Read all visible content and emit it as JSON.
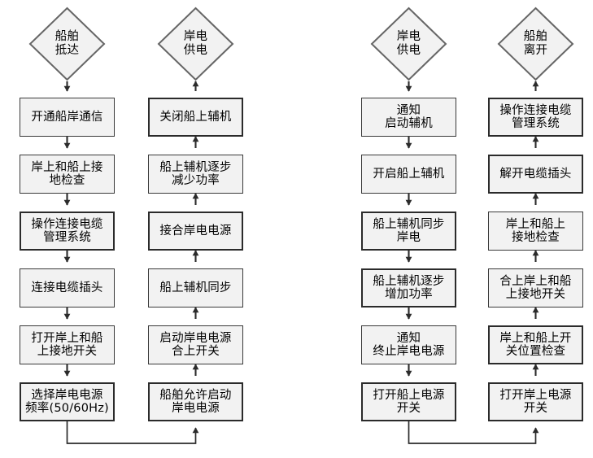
{
  "diagram": {
    "title": "",
    "colors": {
      "box_fill": "#f2f2f2",
      "box_border": "#3a3a3a",
      "line": "#2b2b2b",
      "background": "#ffffff",
      "text": "#000000"
    },
    "columns": [
      {
        "id": "col1",
        "name": "ship-arrival-connection-sequence",
        "terminator": {
          "label": "船舶\n抵达",
          "shape": "diamond"
        },
        "direction": "down",
        "steps": [
          {
            "label": "开通船岸通信"
          },
          {
            "label": "岸上和船上接\n地检查"
          },
          {
            "label": "操作连接电缆\n管理系统"
          },
          {
            "label": "连接电缆插头"
          },
          {
            "label": "打开岸上和船\n上接地开关"
          },
          {
            "label": "选择岸电电源\n频率(50/60Hz)"
          }
        ]
      },
      {
        "id": "col2",
        "name": "shore-power-supply-sequence",
        "terminator": {
          "label": "岸电\n供电",
          "shape": "diamond"
        },
        "direction": "up",
        "steps": [
          {
            "label": "关闭船上辅机"
          },
          {
            "label": "船上辅机逐步\n减少功率"
          },
          {
            "label": "接合岸电电源"
          },
          {
            "label": "船上辅机同步"
          },
          {
            "label": "启动岸电电源\n合上开关"
          },
          {
            "label": "船舶允许启动\n岸电电源"
          }
        ]
      },
      {
        "id": "col3",
        "name": "shore-power-termination-sequence",
        "terminator": {
          "label": "岸电\n供电",
          "shape": "diamond"
        },
        "direction": "down",
        "steps": [
          {
            "label": "通知\n启动辅机"
          },
          {
            "label": "开启船上辅机"
          },
          {
            "label": "船上辅机同步\n岸电"
          },
          {
            "label": "船上辅机逐步\n增加功率"
          },
          {
            "label": "通知\n终止岸电电源"
          },
          {
            "label": "打开船上电源\n开关"
          }
        ]
      },
      {
        "id": "col4",
        "name": "ship-departure-disconnection-sequence",
        "terminator": {
          "label": "船舶\n离开",
          "shape": "diamond"
        },
        "direction": "up",
        "steps": [
          {
            "label": "操作连接电缆\n管理系统"
          },
          {
            "label": "解开电缆插头"
          },
          {
            "label": "岸上和船上\n接地检查"
          },
          {
            "label": "合上岸上和船\n上接地开关"
          },
          {
            "label": "岸上和船上开\n关位置检查"
          },
          {
            "label": "打开岸上电源\n开关"
          }
        ]
      }
    ],
    "cross_connectors": [
      {
        "name": "col1-to-col2-bottom-link",
        "from": "col1.step6",
        "to": "col2.step6"
      },
      {
        "name": "col3-to-col4-bottom-link",
        "from": "col3.step6",
        "to": "col4.step6"
      }
    ]
  }
}
